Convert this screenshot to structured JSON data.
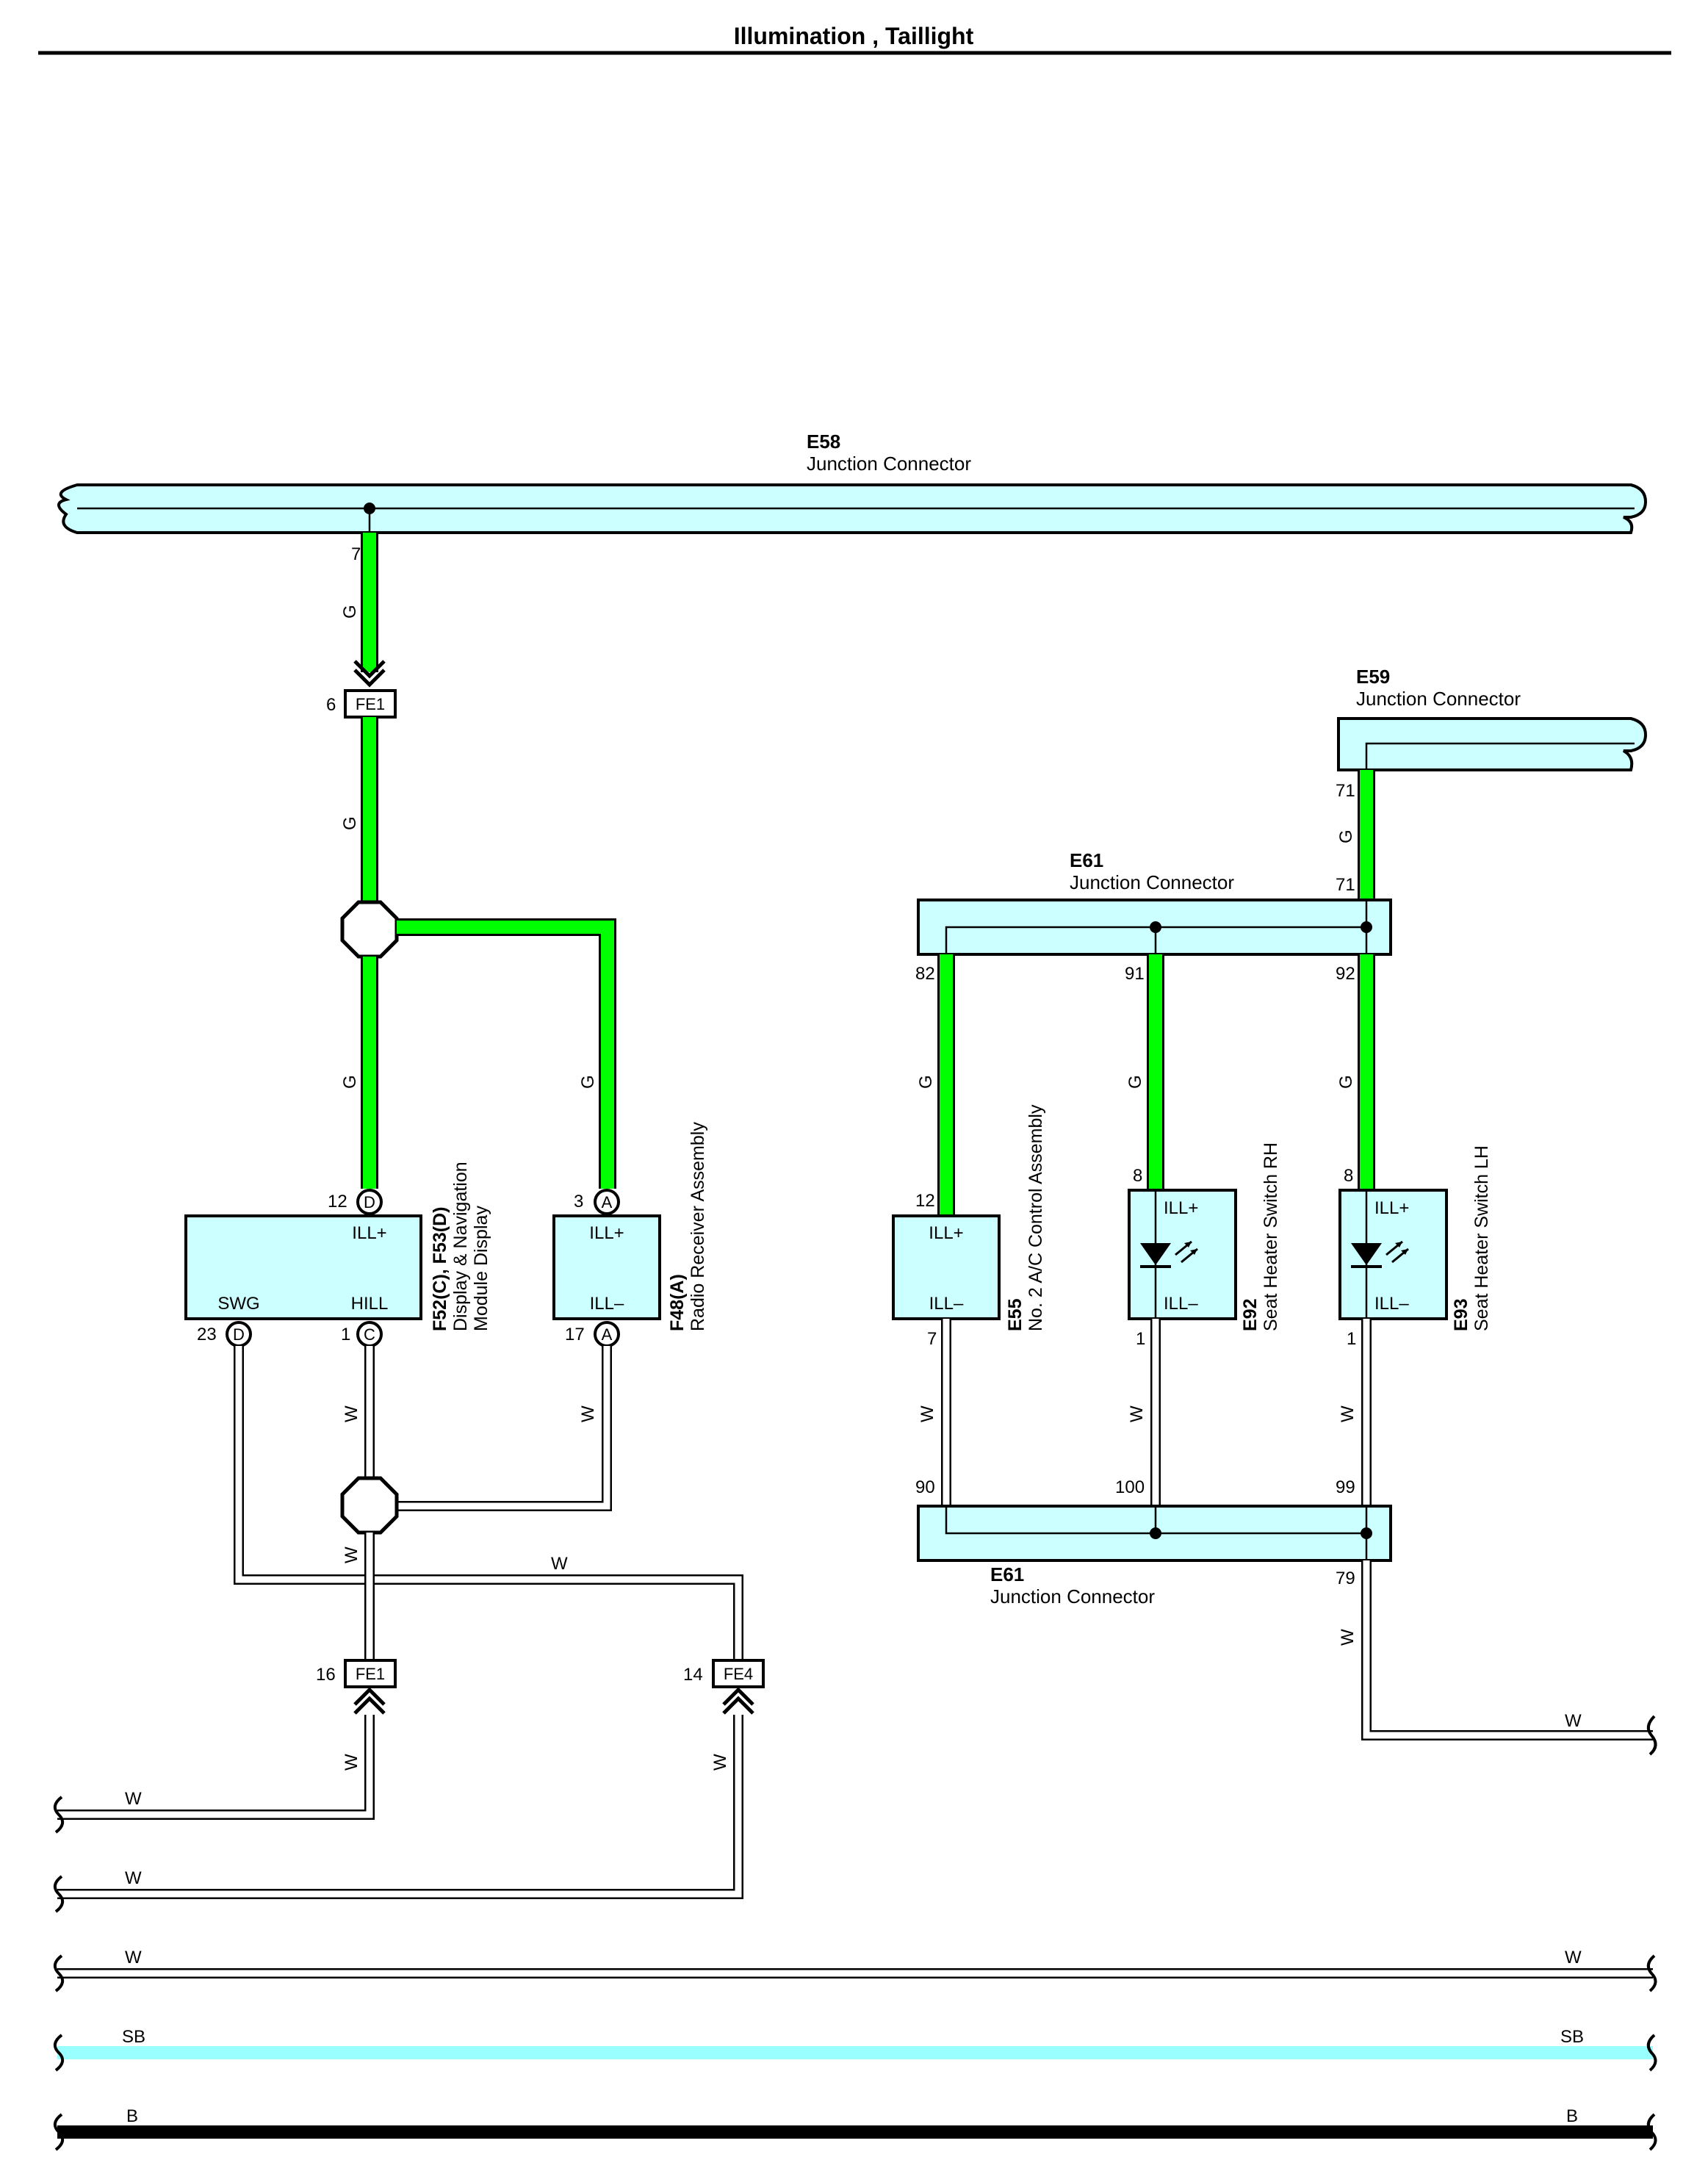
{
  "title": "Illumination , Taillight",
  "colors": {
    "green_wire": "#00ff00",
    "white_wire": "#ffffff",
    "sb_wire": "#99ffff",
    "black_wire": "#000000",
    "body_fill": "#ccffff",
    "outline": "#000000"
  },
  "junctions": {
    "e58": {
      "id": "E58",
      "name": "Junction Connector"
    },
    "e59": {
      "id": "E59",
      "name": "Junction Connector"
    },
    "e61_top": {
      "id": "E61",
      "name": "Junction Connector"
    },
    "e61_bottom": {
      "id": "E61",
      "name": "Junction Connector"
    }
  },
  "components": {
    "f52": {
      "id": "F52(C), F53(D)",
      "name_line1": "Display & Navigation",
      "name_line2": "Module Display",
      "terminals": {
        "ill_plus": "ILL+",
        "swg": "SWG",
        "hill": "HILL"
      },
      "pins": {
        "p12": "12",
        "p23": "23",
        "p1": "1"
      },
      "connectors": {
        "d_top": "D",
        "d_bottom": "D",
        "c": "C"
      }
    },
    "f48": {
      "id": "F48(A)",
      "name": "Radio Receiver Assembly",
      "terminals": {
        "ill_plus": "ILL+",
        "ill_minus": "ILL–"
      },
      "pins": {
        "p3": "3",
        "p17": "17"
      },
      "connectors": {
        "a_top": "A",
        "a_bottom": "A"
      }
    },
    "e55": {
      "id": "E55",
      "name": "No. 2 A/C Control Assembly",
      "terminals": {
        "ill_plus": "ILL+",
        "ill_minus": "ILL–"
      },
      "pins": {
        "p12": "12",
        "p7": "7"
      }
    },
    "e92": {
      "id": "E92",
      "name": "Seat Heater Switch RH",
      "terminals": {
        "ill_plus": "ILL+",
        "ill_minus": "ILL–"
      },
      "pins": {
        "p8": "8",
        "p1": "1"
      }
    },
    "e93": {
      "id": "E93",
      "name": "Seat Heater Switch LH",
      "terminals": {
        "ill_plus": "ILL+",
        "ill_minus": "ILL–"
      },
      "pins": {
        "p8": "8",
        "p1": "1"
      }
    }
  },
  "connectors": {
    "fe1_top": {
      "tag": "FE1",
      "pin": "6"
    },
    "fe1_bottom": {
      "tag": "FE1",
      "pin": "16"
    },
    "fe4": {
      "tag": "FE4",
      "pin": "14"
    }
  },
  "pins": {
    "e58_7": "7",
    "e59_71": "71",
    "e61_71": "71",
    "e61_82": "82",
    "e61_91": "91",
    "e61_92": "92",
    "e61_90": "90",
    "e61_100": "100",
    "e61_99": "99",
    "e61_79": "79"
  },
  "wire_labels": {
    "g": "G",
    "w": "W",
    "sb": "SB",
    "b": "B"
  }
}
